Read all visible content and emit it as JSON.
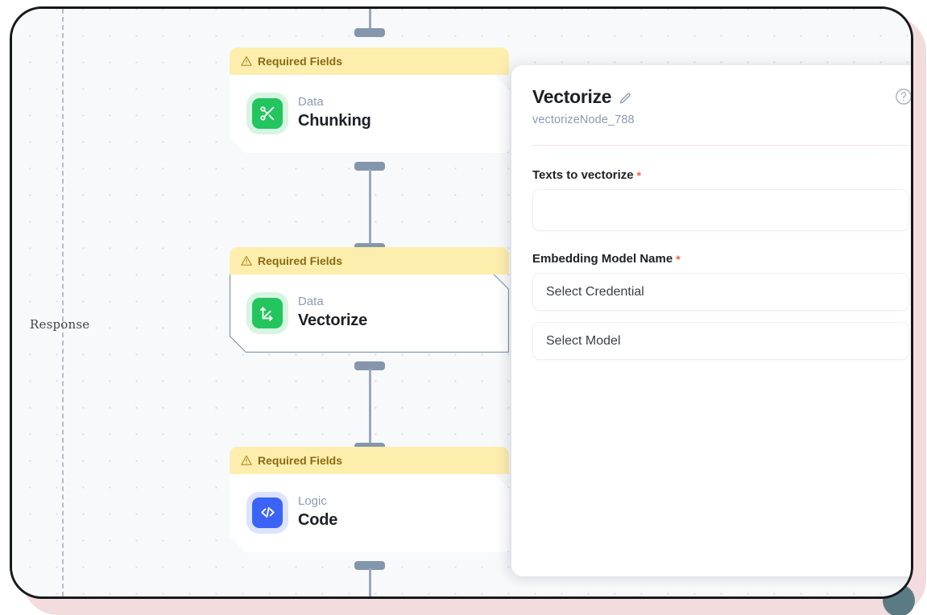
{
  "canvas": {
    "guide_label": "Response",
    "connectors": [
      "top-connector",
      "chunking-to-vectorize",
      "vectorize-to-code",
      "code-outgoing"
    ],
    "nodes": [
      {
        "banner": "Required Fields",
        "banner_icon": "warning-triangle-icon",
        "kind": "Data",
        "title": "Chunking",
        "icon": "scissors-icon",
        "icon_color": "#22c55e",
        "selected": false
      },
      {
        "banner": "Required Fields",
        "banner_icon": "warning-triangle-icon",
        "kind": "Data",
        "title": "Vectorize",
        "icon": "vector-arrows-icon",
        "icon_color": "#22c55e",
        "selected": true
      },
      {
        "banner": "Required Fields",
        "banner_icon": "warning-triangle-icon",
        "kind": "Logic",
        "title": "Code",
        "icon": "code-brackets-icon",
        "icon_color": "#3b63f6",
        "selected": false
      }
    ]
  },
  "panel": {
    "title": "Vectorize",
    "edit_icon": "pencil-icon",
    "node_id": "vectorizeNode_788",
    "help_icon": "question-mark-circle-icon",
    "fields": [
      {
        "label": "Texts to vectorize",
        "required_marker": "*",
        "type": "textarea",
        "value": ""
      },
      {
        "label": "Embedding Model Name",
        "required_marker": "*",
        "type": "select-group",
        "selects": [
          {
            "value": "Select Credential"
          },
          {
            "value": "Select Model"
          }
        ]
      }
    ]
  },
  "colors": {
    "accent_green": "#22c55e",
    "accent_blue": "#3b63f6",
    "warning_banner": "#fdeeae",
    "warning_text": "#8a6a12",
    "required_star": "#f2603c",
    "canvas_bg": "#f7f9fb",
    "connector": "#8496ab",
    "frame_border": "#17181c",
    "rose_shadow": "#f2dcdd"
  }
}
